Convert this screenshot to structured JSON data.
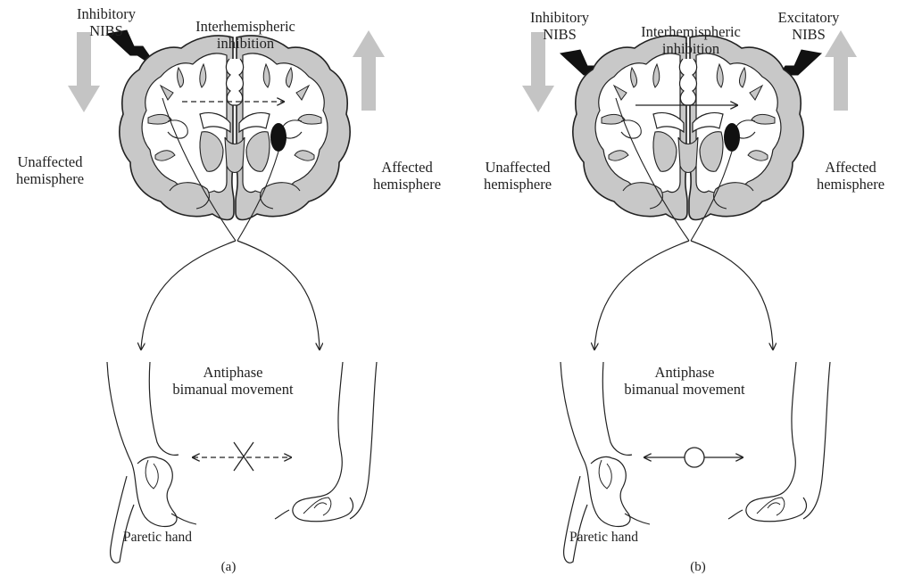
{
  "panels": [
    {
      "id": "a",
      "caption": "(a)",
      "left_stimulation": {
        "line1": "Inhibitory",
        "line2": "NIBS"
      },
      "right_stimulation": null,
      "interhemispheric": {
        "line1": "Interhemispheric",
        "line2": "inhibition",
        "arrow_style": "dashed"
      },
      "left_hemisphere": {
        "line1": "Unaffected",
        "line2": "hemisphere"
      },
      "right_hemisphere": {
        "line1": "Affected",
        "line2": "hemisphere"
      },
      "movement": {
        "line1": "Antiphase",
        "line2": "bimanual movement",
        "link_style": "dashed",
        "marker": "cross"
      },
      "hand_label": "Paretic hand"
    },
    {
      "id": "b",
      "caption": "(b)",
      "left_stimulation": {
        "line1": "Inhibitory",
        "line2": "NIBS"
      },
      "right_stimulation": {
        "line1": "Excitatory",
        "line2": "NIBS"
      },
      "interhemispheric": {
        "line1": "Interhemispheric",
        "line2": "inhibition",
        "arrow_style": "solid"
      },
      "left_hemisphere": {
        "line1": "Unaffected",
        "line2": "hemisphere"
      },
      "right_hemisphere": {
        "line1": "Affected",
        "line2": "hemisphere"
      },
      "movement": {
        "line1": "Antiphase",
        "line2": "bimanual movement",
        "link_style": "solid",
        "marker": "circle"
      },
      "hand_label": "Paretic hand"
    }
  ],
  "colors": {
    "gray_matter": "#c8c8c8",
    "outline": "#222222",
    "arrow_gray": "#c4c4c4",
    "lesion": "#111111"
  },
  "icons": [
    "down-arrow-icon",
    "up-arrow-icon",
    "lightning-bolt-icon",
    "lesion-icon",
    "hand-icon",
    "cross-marker-icon",
    "circle-marker-icon"
  ]
}
